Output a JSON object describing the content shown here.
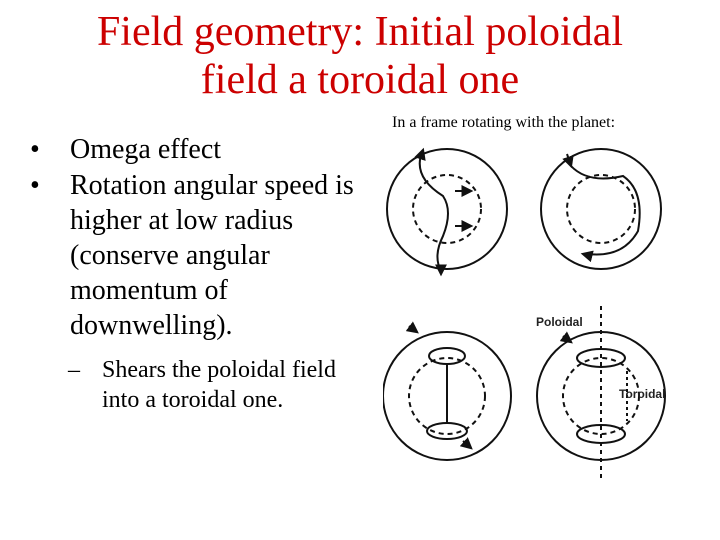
{
  "slide": {
    "title_line1": "Field geometry: Initial poloidal",
    "title_line2": "field a toroidal one",
    "caption": "In a frame rotating with the planet:",
    "bullets": [
      {
        "marker": "•",
        "text": "Omega effect"
      },
      {
        "marker": "•",
        "text": "Rotation angular speed is higher at low radius (conserve angular momentum of downwelling)."
      }
    ],
    "sub_bullets": [
      {
        "marker": "–",
        "text": "Shears the poloidal field into a toroidal one."
      }
    ],
    "figure": {
      "label_poloidal": "Poloidal",
      "label_toroidal": "Toroidal"
    }
  },
  "colors": {
    "title": "#cc0000",
    "text": "#000000"
  }
}
